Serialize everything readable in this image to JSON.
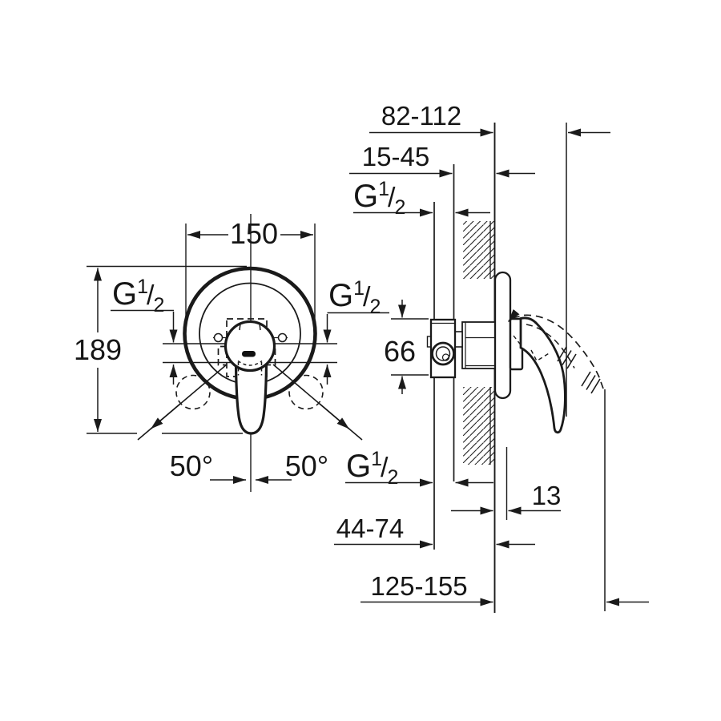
{
  "page": {
    "background_color": "#ffffff",
    "line_color": "#1a1a1a",
    "description_labels": {
      "front_width": "150",
      "front_height": "189",
      "valve_body_height": "66",
      "handle_closed_projection": "82-112",
      "mounting_depth_range": "15-45",
      "supply_to_wall": "44-74",
      "handle_open_projection": "125-155",
      "escutcheon_thickness": "13",
      "swing_angle_left": "50°",
      "swing_angle_right": "50°"
    },
    "thread_label": {
      "g": "G",
      "numerator": "1",
      "slash": "/",
      "denominator": "2"
    }
  }
}
